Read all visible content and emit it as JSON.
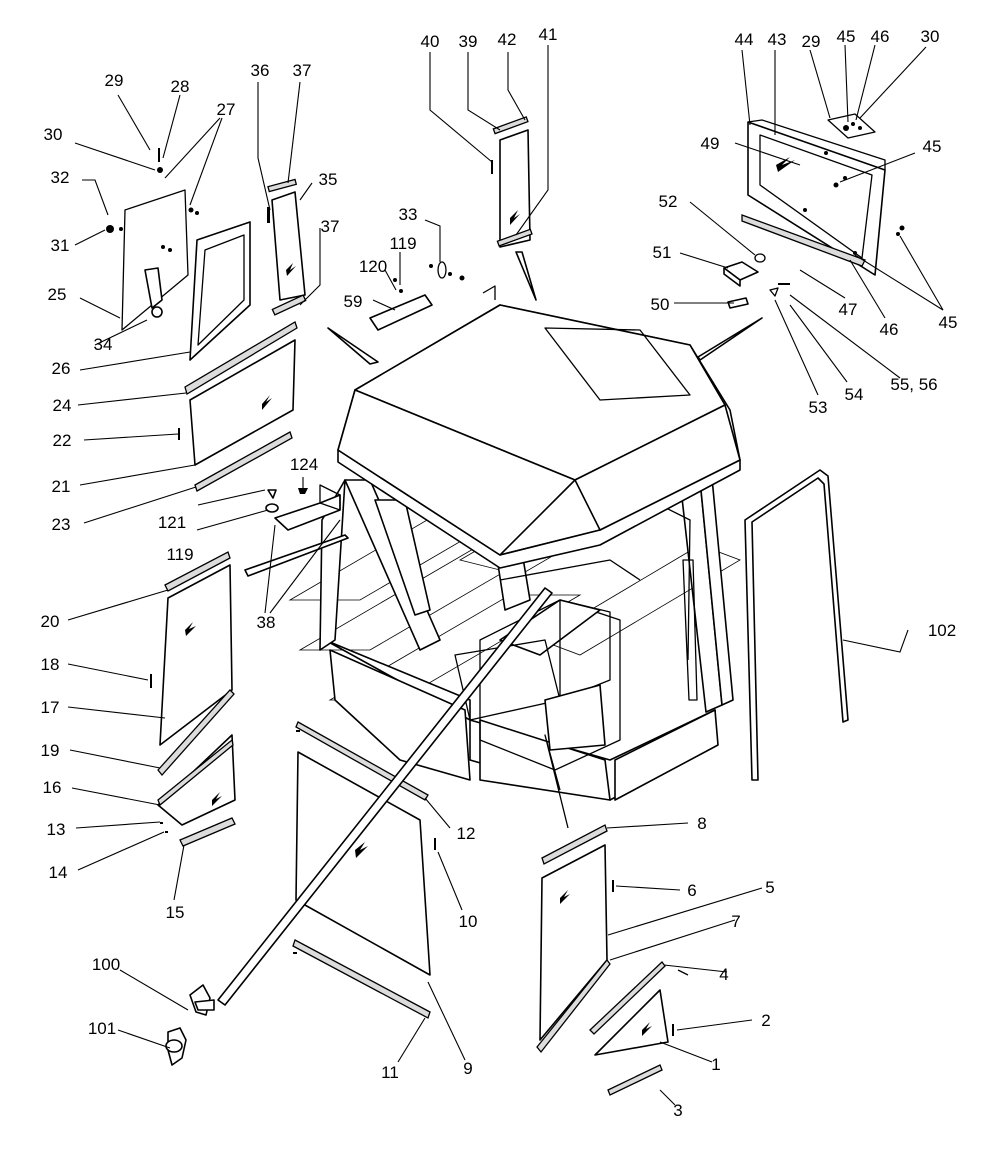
{
  "diagram": {
    "type": "exploded-parts-view",
    "colors": {
      "line": "#000000",
      "background": "#ffffff",
      "rail_fill": "#dcdcdc"
    },
    "callouts": [
      {
        "id": "c29a",
        "text": "29"
      },
      {
        "id": "c28",
        "text": "28"
      },
      {
        "id": "c27",
        "text": "27"
      },
      {
        "id": "c30a",
        "text": "30"
      },
      {
        "id": "c32",
        "text": "32"
      },
      {
        "id": "c31",
        "text": "31"
      },
      {
        "id": "c25",
        "text": "25"
      },
      {
        "id": "c34",
        "text": "34"
      },
      {
        "id": "c26",
        "text": "26"
      },
      {
        "id": "c24",
        "text": "24"
      },
      {
        "id": "c22",
        "text": "22"
      },
      {
        "id": "c21",
        "text": "21"
      },
      {
        "id": "c23",
        "text": "23"
      },
      {
        "id": "c36",
        "text": "36"
      },
      {
        "id": "c37a",
        "text": "37"
      },
      {
        "id": "c35",
        "text": "35"
      },
      {
        "id": "c37b",
        "text": "37"
      },
      {
        "id": "c40",
        "text": "40"
      },
      {
        "id": "c39",
        "text": "39"
      },
      {
        "id": "c42",
        "text": "42"
      },
      {
        "id": "c41",
        "text": "41"
      },
      {
        "id": "c33",
        "text": "33"
      },
      {
        "id": "c119a",
        "text": "119"
      },
      {
        "id": "c120",
        "text": "120"
      },
      {
        "id": "c59",
        "text": "59"
      },
      {
        "id": "c44",
        "text": "44"
      },
      {
        "id": "c43",
        "text": "43"
      },
      {
        "id": "c29b",
        "text": "29"
      },
      {
        "id": "c45a",
        "text": "45"
      },
      {
        "id": "c46a",
        "text": "46"
      },
      {
        "id": "c30b",
        "text": "30"
      },
      {
        "id": "c49",
        "text": "49"
      },
      {
        "id": "c45b",
        "text": "45"
      },
      {
        "id": "c52",
        "text": "52"
      },
      {
        "id": "c51",
        "text": "51"
      },
      {
        "id": "c50",
        "text": "50"
      },
      {
        "id": "c47",
        "text": "47"
      },
      {
        "id": "c46b",
        "text": "46"
      },
      {
        "id": "c45c",
        "text": "45"
      },
      {
        "id": "c53",
        "text": "53"
      },
      {
        "id": "c54",
        "text": "54"
      },
      {
        "id": "c5556",
        "text": "55, 56"
      },
      {
        "id": "c124",
        "text": "124"
      },
      {
        "id": "c121",
        "text": "121"
      },
      {
        "id": "c119b",
        "text": "119"
      },
      {
        "id": "c38",
        "text": "38"
      },
      {
        "id": "c102",
        "text": "102"
      },
      {
        "id": "c20",
        "text": "20"
      },
      {
        "id": "c18",
        "text": "18"
      },
      {
        "id": "c17",
        "text": "17"
      },
      {
        "id": "c19",
        "text": "19"
      },
      {
        "id": "c16",
        "text": "16"
      },
      {
        "id": "c13",
        "text": "13"
      },
      {
        "id": "c14",
        "text": "14"
      },
      {
        "id": "c15",
        "text": "15"
      },
      {
        "id": "c12",
        "text": "12"
      },
      {
        "id": "c10",
        "text": "10"
      },
      {
        "id": "c8",
        "text": "8"
      },
      {
        "id": "c6",
        "text": "6"
      },
      {
        "id": "c5",
        "text": "5"
      },
      {
        "id": "c7",
        "text": "7"
      },
      {
        "id": "c4",
        "text": "4"
      },
      {
        "id": "c2",
        "text": "2"
      },
      {
        "id": "c1",
        "text": "1"
      },
      {
        "id": "c3",
        "text": "3"
      },
      {
        "id": "c100",
        "text": "100"
      },
      {
        "id": "c101",
        "text": "101"
      },
      {
        "id": "c11",
        "text": "11"
      },
      {
        "id": "c9",
        "text": "9"
      }
    ]
  }
}
